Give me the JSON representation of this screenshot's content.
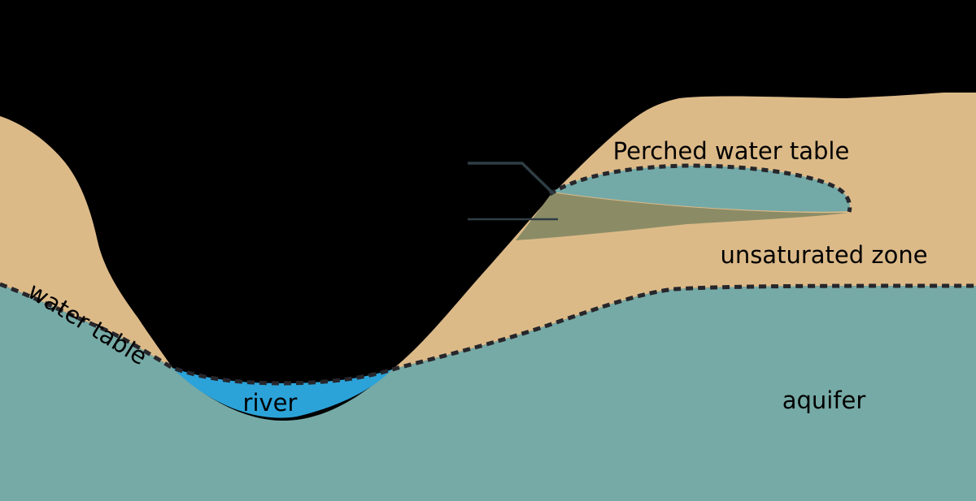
{
  "diagram": {
    "labels": {
      "perched_water_table": "Perched water table",
      "unsaturated_zone": "unsaturated zone",
      "water_table": "water table",
      "river": "river",
      "aquifer": "aquifer"
    },
    "colors": {
      "background": "#000000",
      "land": "#dcba88",
      "aquifer": "#76aaa6",
      "perched_lens": "#73a9a7",
      "river": "#2ba3d9",
      "aquitard": "#8b8c66",
      "dashed_line": "#26262b",
      "leader_line": "#2f3d44",
      "text": "#000000"
    }
  }
}
